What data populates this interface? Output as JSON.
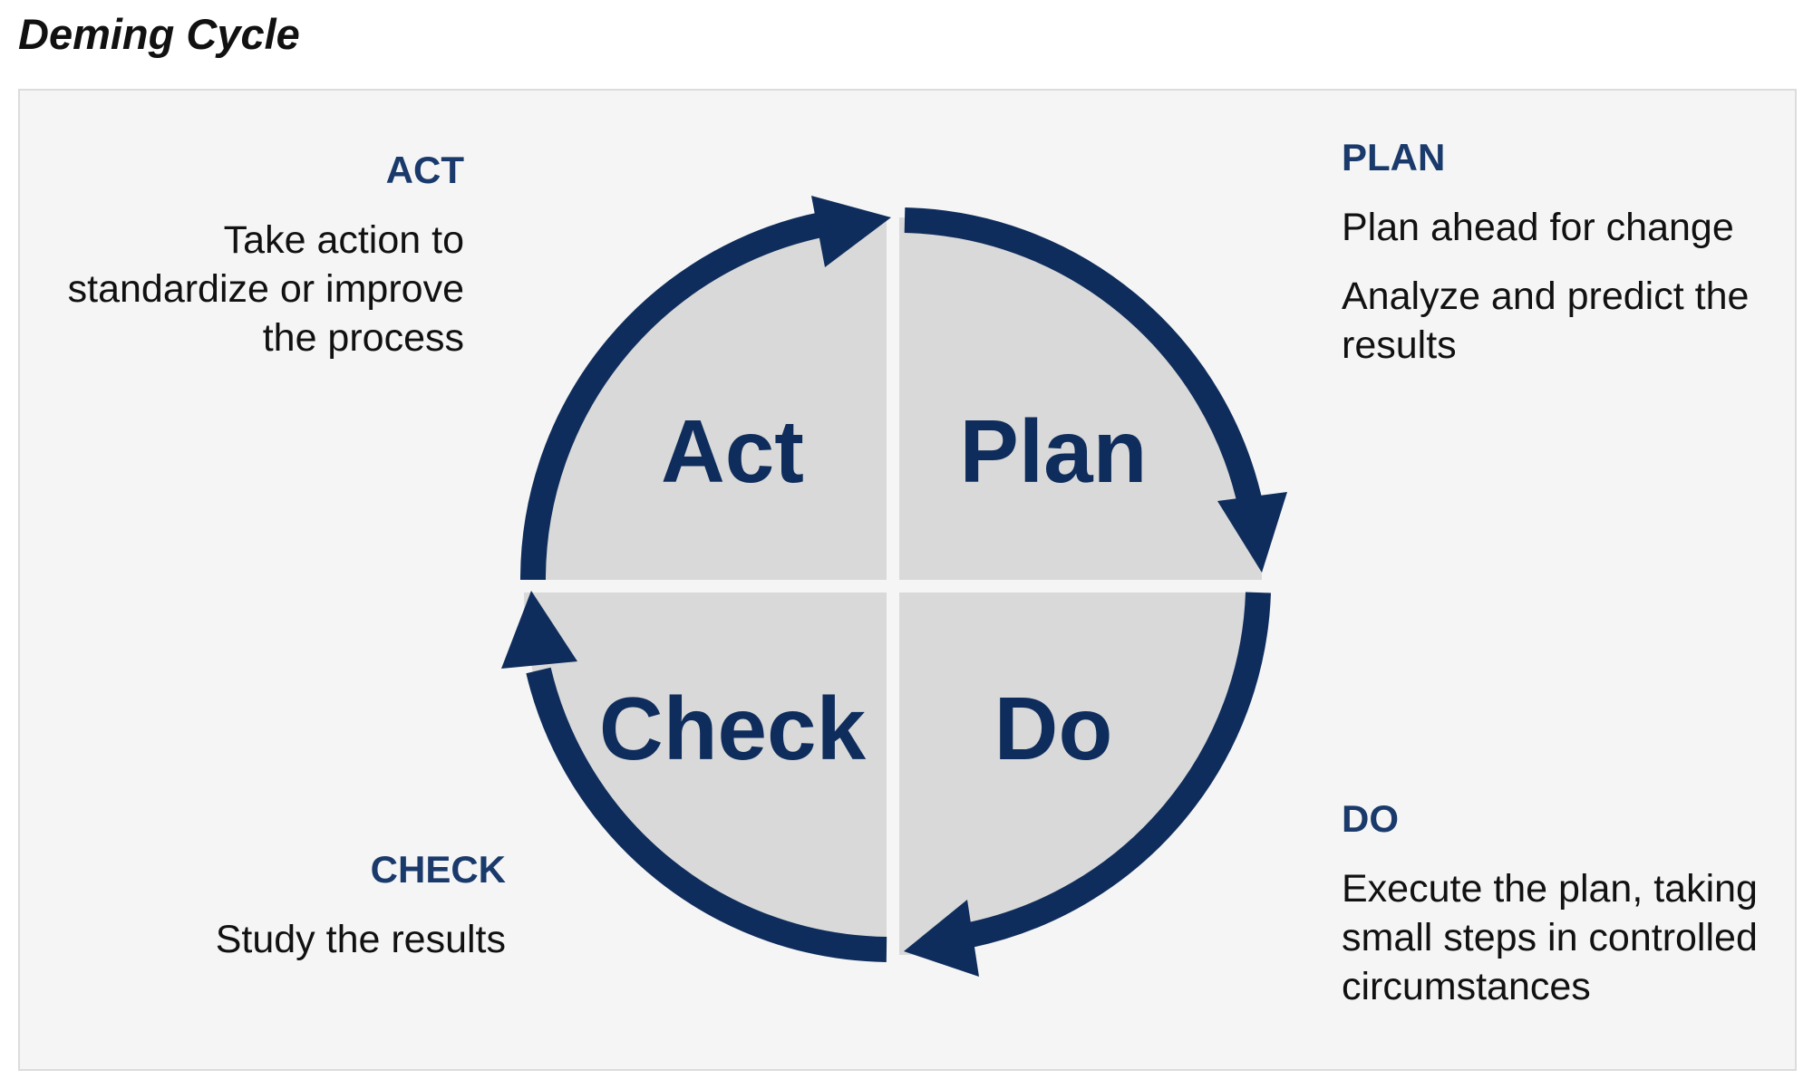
{
  "title": "Deming Cycle",
  "colors": {
    "arrow": "#0f2d5c",
    "quadrant_fill": "#d9d9d9",
    "panel_background": "#f5f5f5",
    "heading": "#1a3a6b",
    "quadrant_label": "#0f2d5c"
  },
  "quadrants": {
    "act": "Act",
    "plan": "Plan",
    "check": "Check",
    "do": "Do"
  },
  "descriptions": {
    "act": {
      "heading": "ACT",
      "text": "Take action to\nstandardize or improve\nthe process"
    },
    "plan": {
      "heading": "PLAN",
      "lines": [
        "Plan ahead for change",
        "Analyze and predict the\nresults"
      ]
    },
    "do": {
      "heading": "DO",
      "text": "Execute the plan, taking\nsmall steps in controlled\ncircumstances"
    },
    "check": {
      "heading": "CHECK",
      "text": "Study the results"
    }
  }
}
